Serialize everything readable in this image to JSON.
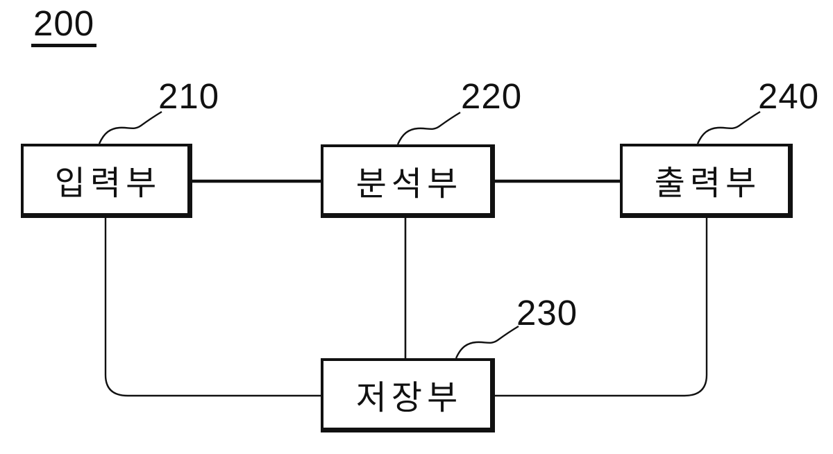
{
  "figure": {
    "number": "200",
    "background": "#ffffff",
    "line_color": "#111111",
    "blocks": [
      {
        "id": "input-unit",
        "label": "입력부",
        "ref": "210"
      },
      {
        "id": "analysis-unit",
        "label": "분석부",
        "ref": "220"
      },
      {
        "id": "storage-unit",
        "label": "저장부",
        "ref": "230"
      },
      {
        "id": "output-unit",
        "label": "출력부",
        "ref": "240"
      }
    ],
    "connections": [
      {
        "from": "input-unit",
        "to": "analysis-unit"
      },
      {
        "from": "analysis-unit",
        "to": "output-unit"
      },
      {
        "from": "analysis-unit",
        "to": "storage-unit"
      },
      {
        "from": "input-unit",
        "to": "storage-unit"
      },
      {
        "from": "output-unit",
        "to": "storage-unit"
      }
    ]
  }
}
